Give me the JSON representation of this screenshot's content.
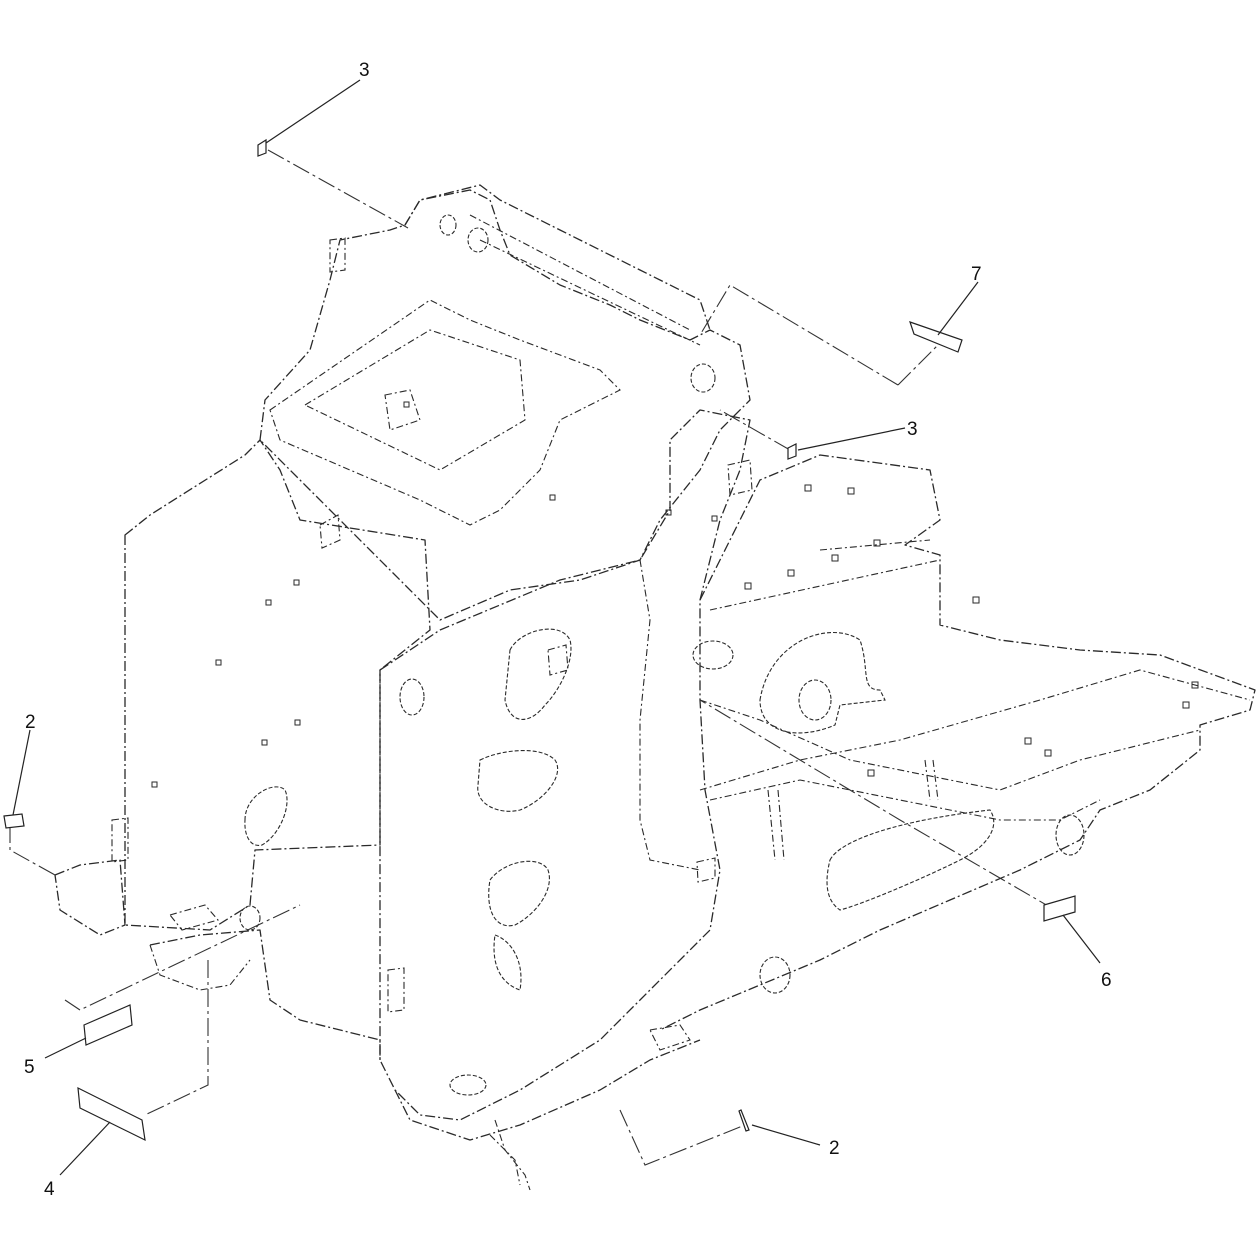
{
  "callouts": [
    {
      "id": "c3-top",
      "label": "3"
    },
    {
      "id": "c7",
      "label": "7"
    },
    {
      "id": "c3-right",
      "label": "3"
    },
    {
      "id": "c2-left",
      "label": "2"
    },
    {
      "id": "c6",
      "label": "6"
    },
    {
      "id": "c5",
      "label": "5"
    },
    {
      "id": "c4",
      "label": "4"
    },
    {
      "id": "c2-bottom",
      "label": "2"
    }
  ],
  "colors": {
    "line": "#2a2a2a",
    "background": "#ffffff"
  }
}
